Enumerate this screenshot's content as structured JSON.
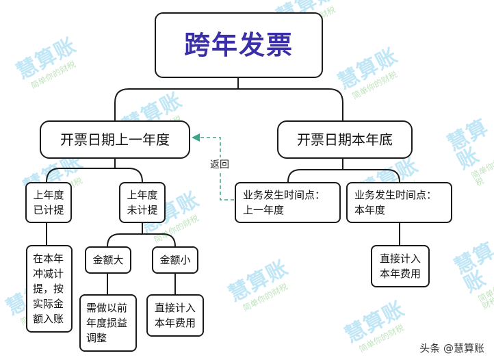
{
  "diagram": {
    "root": "跨年发票",
    "branch_last_year": "开票日期上一年度",
    "branch_this_year": "开票日期本年底",
    "accrued": "上年度已计提",
    "not_accrued": "上年度未计提",
    "accrued_action": "在本年冲减计提，按实际金额入账",
    "amount_large": "金额大",
    "amount_small": "金额小",
    "large_action": "需做以前年度损益调整",
    "small_action": "直接计入本年费用",
    "biz_last_year": "业务发生时间点：上一年度",
    "biz_this_year": "业务发生时间点：本年度",
    "this_year_action": "直接计入本年费用",
    "return_label": "返回"
  },
  "watermark": {
    "brand": "慧算账",
    "slogan": "简单你的财税"
  },
  "footer": {
    "credit": "头条 @慧算账"
  },
  "colors": {
    "title": "#3a2fa8",
    "border": "#1a1a1a",
    "dashed_arrow": "#3aa58a",
    "watermark": "#8fd3ee"
  }
}
